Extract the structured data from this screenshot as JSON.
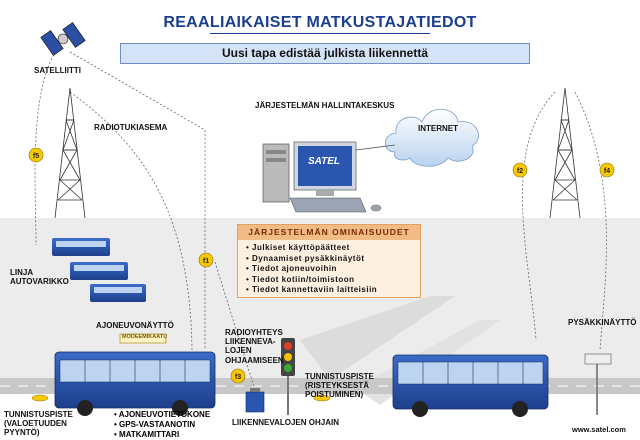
{
  "title": "REAALIAIKAISET MATKUSTAJATIEDOT",
  "subtitle": "Uusi tapa edistää julkista liikennettä",
  "labels": {
    "satellite": "SATELLIITTI",
    "radio_mast": "RADIOTUKIASEMA",
    "control_center": "JÄRJESTELMÄN HALLINTAKESKUS",
    "internet": "INTERNET",
    "brand": "SATEL",
    "line_depot": "LINJA\nAUTOVARIKKO",
    "vehicle_display": "AJONEUVONÄYTTÖ",
    "modem_tag": "MODEEMIKAATU",
    "radio_link": "RADIOYHTEYS\nLIIKENNEVA-\nLOJEN\nOHJAAMISEEN",
    "detection_point_left": "TUNNISTUSPISTE\n(VALOETUUDEN\nPYYNTÖ)",
    "detection_point_right": "TUNNISTUSPISTE\n(RISTEYKSESTÄ\nPOISTUMINEN)",
    "traffic_light_control": "LIIKENNEVALOJEN OHJAIN",
    "stop_display": "PYSÄKKINÄYTTÖ",
    "website": "www.satel.com"
  },
  "features": {
    "heading": "JÄRJESTELMÄN OMINAISUUDET",
    "items": [
      "Julkiset käyttöpäätteet",
      "Dynaamiset pysäkkinäytöt",
      "Tiedot ajoneuvoihin",
      "Tiedot kotiin/toimistoon",
      "Tiedot kannettaviin laitteisiin"
    ]
  },
  "onboard": [
    "AJONEUVOTIETOKONE",
    "GPS-VASTAANOTIN",
    "MATKAMITTARI"
  ],
  "freq_tags": [
    "f5",
    "f1",
    "f3",
    "f2",
    "f4"
  ],
  "colors": {
    "title_blue": "#1a3f8f",
    "bus_blue": "#2a56b0",
    "tag_yellow": "#f5c800",
    "features_header": "#f1bb85",
    "road_gray": "#c8c8c8"
  }
}
